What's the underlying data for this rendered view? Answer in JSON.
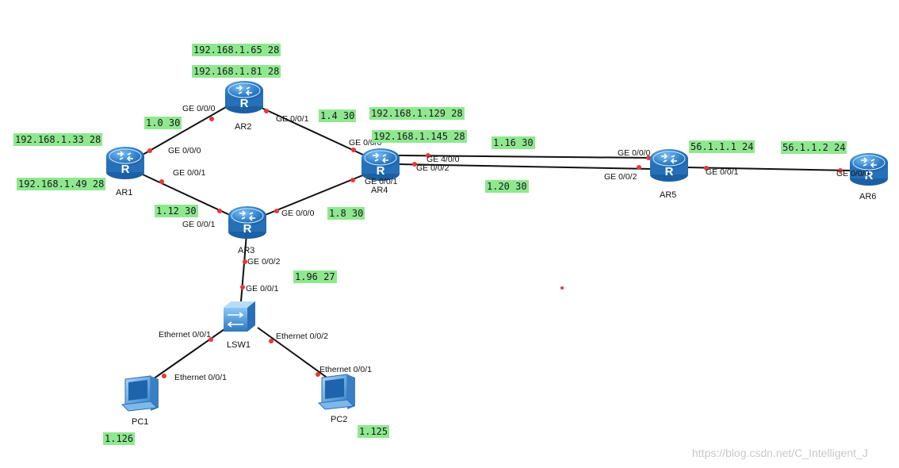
{
  "colors": {
    "link": "#111111",
    "port_dot": "#e53935",
    "label_bg": "#8fe88f",
    "device": "#2f7fc8"
  },
  "devices": {
    "ar1": "AR1",
    "ar2": "AR2",
    "ar3": "AR3",
    "ar4": "AR4",
    "ar5": "AR5",
    "ar6": "AR6",
    "lsw1": "LSW1",
    "pc1": "PC1",
    "pc2": "PC2"
  },
  "ports": {
    "ar2_g000": "GE 0/0/0",
    "ar2_g001": "GE 0/0/1",
    "ar1_g000": "GE 0/0/0",
    "ar1_g001": "GE 0/0/1",
    "ar3_g001": "GE 0/0/1",
    "ar3_g000": "GE 0/0/0",
    "ar3_g002": "GE 0/0/2",
    "ar4_g000": "GE 0/0/0",
    "ar4_g401": "GE 4/0/0",
    "ar4_g002": "GE 0/0/2",
    "ar4_g001": "GE 0/0/1",
    "ar5_g000": "GE 0/0/0",
    "ar5_g002": "GE 0/0/2",
    "ar5_g001": "GE 0/0/1",
    "ar6_g000": "GE 0/0/0",
    "lsw_g001": "GE 0/0/1",
    "lsw_e001": "Ethernet 0/0/1",
    "lsw_e002": "Ethernet 0/0/2",
    "pc1_e001": "Ethernet 0/0/1",
    "pc2_e001": "Ethernet 0/0/1"
  },
  "labels": {
    "ar2_lo1": "192.168.1.65 28",
    "ar2_lo2": "192.168.1.81 28",
    "ar1_ar2": "1.0 30",
    "ar2_ar4": "1.4 30",
    "ar4_lo1": "192.168.1.129 28",
    "ar4_lo2": "192.168.1.145 28",
    "ar4_ar5_a": "1.16 30",
    "ar4_ar5_b": "1.20 30",
    "ar5_ip": "56.1.1.1 24",
    "ar6_ip": "56.1.1.2 24",
    "ar1_lo1": "192.168.1.33 28",
    "ar1_lo2": "192.168.1.49 28",
    "ar1_ar3": "1.12 30",
    "ar3_ar4": "1.8 30",
    "lan": "1.96 27",
    "pc1_ip": "1.126",
    "pc2_ip": "1.125"
  },
  "watermark": "https://blog.csdn.net/C_Intelligent_J"
}
